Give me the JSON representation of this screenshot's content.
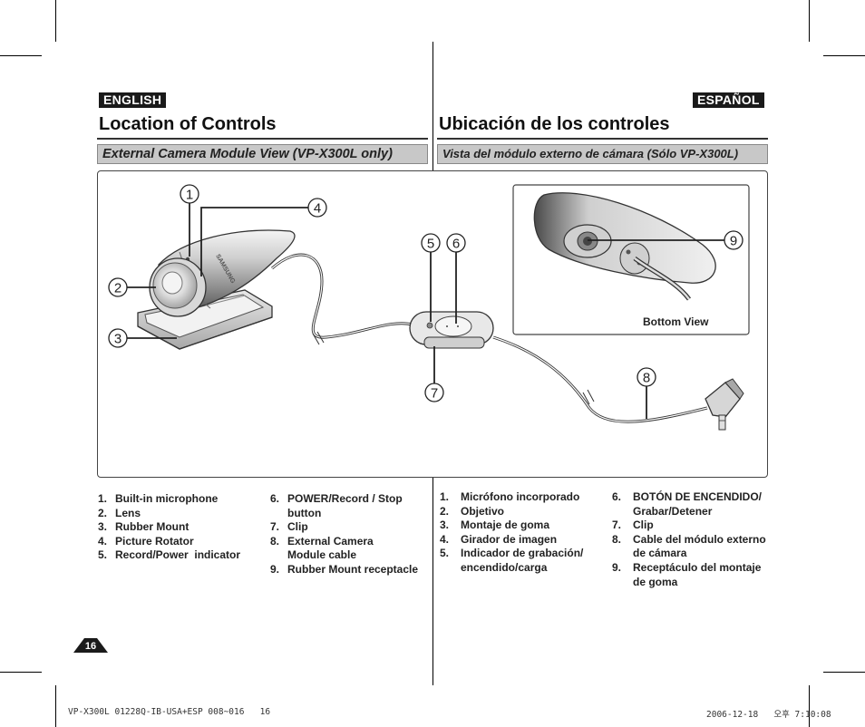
{
  "english": {
    "badge": "ENGLISH",
    "title": "Location of Controls",
    "subtitle": "External Camera Module View (VP-X300L only)",
    "list_col1": [
      {
        "num": "1.",
        "text": "Built-in microphone"
      },
      {
        "num": "2.",
        "text": "Lens"
      },
      {
        "num": "3.",
        "text": "Rubber Mount"
      },
      {
        "num": "4.",
        "text": "Picture Rotator"
      },
      {
        "num": "5.",
        "text": "Record/Power  indicator"
      }
    ],
    "list_col2": [
      {
        "num": "6.",
        "text": "POWER/Record / Stop button"
      },
      {
        "num": "7.",
        "text": "Clip"
      },
      {
        "num": "8.",
        "text": "External Camera Module cable"
      },
      {
        "num": "9.",
        "text": "Rubber Mount receptacle"
      }
    ]
  },
  "espanol": {
    "badge": "ESPAÑOL",
    "title": "Ubicación de los controles",
    "subtitle": "Vista del módulo externo de cámara (Sólo VP-X300L)",
    "list_col1": [
      {
        "num": "1.",
        "text": "Micrófono incorporado"
      },
      {
        "num": "2.",
        "text": "Objetivo"
      },
      {
        "num": "3.",
        "text": "Montaje de goma"
      },
      {
        "num": "4.",
        "text": "Girador de imagen"
      },
      {
        "num": "5.",
        "text": "Indicador de grabación/ encendido/carga"
      }
    ],
    "list_col2": [
      {
        "num": "6.",
        "text": "BOTÓN DE ENCENDIDO/ Grabar/Detener"
      },
      {
        "num": "7.",
        "text": "Clip"
      },
      {
        "num": "8.",
        "text": "Cable del módulo externo de cámara"
      },
      {
        "num": "9.",
        "text": "Receptáculo del montaje de goma"
      }
    ]
  },
  "figure": {
    "bottom_view_label": "Bottom View",
    "callouts": [
      "1",
      "2",
      "3",
      "4",
      "5",
      "6",
      "7",
      "8",
      "9"
    ],
    "brand_text": "SAMSUNG"
  },
  "page_number": "16",
  "footer": {
    "left": "VP-X300L 01228Q-IB-USA+ESP 008~016   16",
    "right": "2006-12-18   오후 7:10:08"
  }
}
